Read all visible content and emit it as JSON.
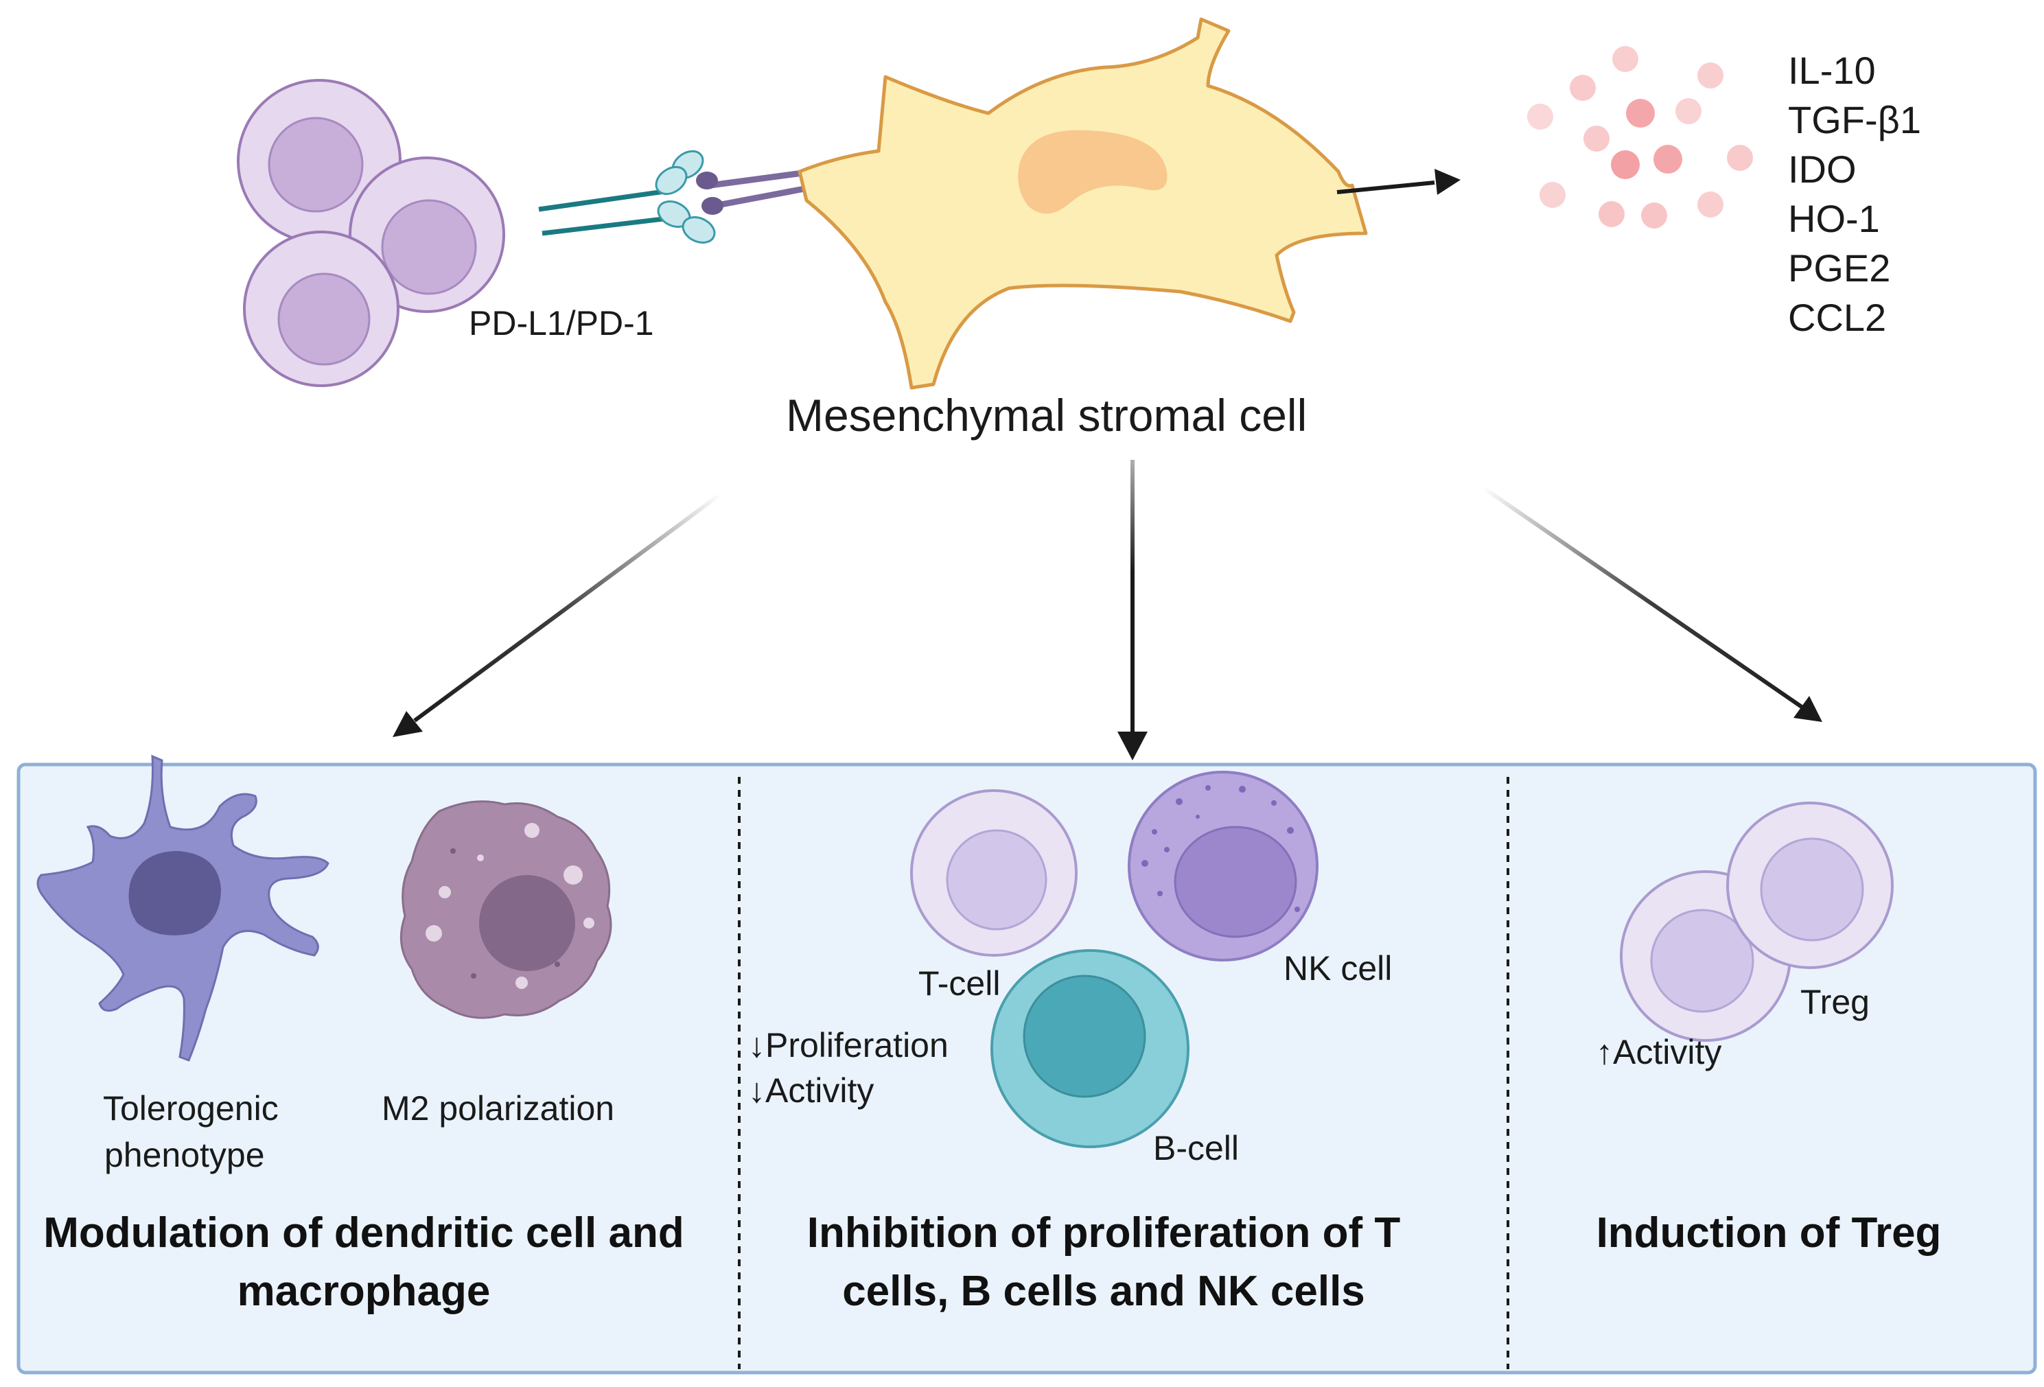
{
  "top": {
    "receptor_label": "PD-L1/PD-1",
    "msc_label": "Mesenchymal stromal cell",
    "factors": [
      "IL-10",
      "TGF-β1",
      "IDO",
      "HO-1",
      "PGE2",
      "CCL2"
    ]
  },
  "panels": [
    {
      "title_lines": [
        "Modulation of dendritic cell and",
        "macrophage"
      ],
      "labels": {
        "dc_line1": "Tolerogenic",
        "dc_line2": "phenotype",
        "macrophage": "M2 polarization"
      }
    },
    {
      "title_lines": [
        "Inhibition of proliferation of T",
        "cells, B cells and NK cells"
      ],
      "labels": {
        "t_cell": "T-cell",
        "nk_cell": "NK cell",
        "b_cell": "B-cell",
        "effect1": "↓Proliferation",
        "effect2": "↓Activity"
      }
    },
    {
      "title_lines": [
        "Induction of Treg"
      ],
      "labels": {
        "treg": "Treg",
        "effect": "↑Activity"
      }
    }
  ],
  "colors": {
    "panel_fill": "#eaf3fb",
    "panel_border": "#8fb0d8",
    "msc_fill": "#fdeeb5",
    "msc_stroke": "#d99a45",
    "msc_nucleus": "#f8c88e",
    "lymph_fill": "#e6d8ee",
    "lymph_stroke": "#9a7ab5",
    "lymph_nucleus": "#c8afd9",
    "dc_fill": "#8e8fcc",
    "dc_nucleus": "#5e5a94",
    "macro_fill": "#a98aa8",
    "macro_nucleus": "#84688a",
    "nk_fill": "#b7a7de",
    "nk_nucleus": "#9c86cc",
    "b_fill": "#89cfda",
    "b_nucleus": "#4ba8b7",
    "dot": "#f4a6a8",
    "teal_line": "#1a7a82",
    "arrow": "#1a1a1a"
  }
}
